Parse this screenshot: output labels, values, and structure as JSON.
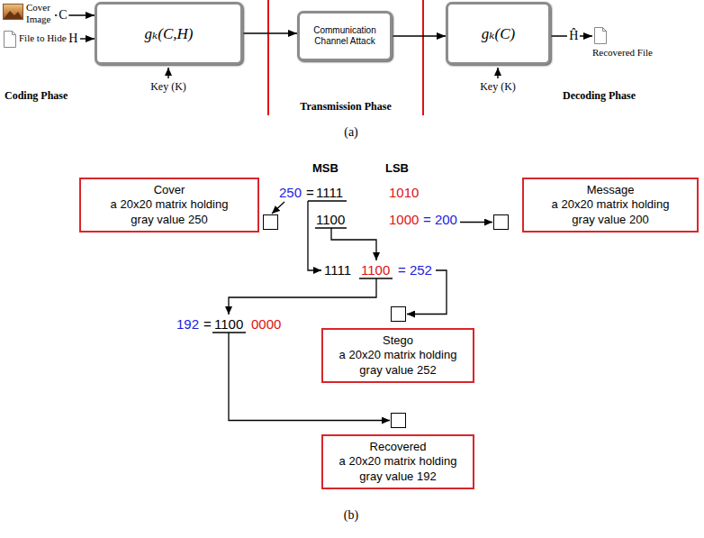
{
  "diagram": {
    "nodes": [
      {
        "text": [
          "Cover Image"
        ]
      },
      {
        "text": [
          "File to Hide"
        ]
      },
      {
        "text": [
          "gₖ(C,H)"
        ]
      },
      {
        "text": [
          "Communication Channel Attack"
        ]
      },
      {
        "text": [
          "gₖ(C)"
        ]
      },
      {
        "text": [
          "Recovered File"
        ]
      },
      {
        "text": [
          "Cover",
          "a 20x20 matrix holding gray value 250"
        ]
      },
      {
        "text": [
          "Message",
          "a 20x20 matrix holding gray value 200"
        ]
      },
      {
        "text": [
          "Stego",
          "a 20x20 matrix holding gray value 252"
        ]
      },
      {
        "text": [
          "Recovered",
          "a 20x20 matrix holding gray value 192"
        ]
      }
    ],
    "edges": [
      {
        "from": 0,
        "to": 2,
        "label": "C",
        "arrow": "to"
      },
      {
        "from": 1,
        "to": 2,
        "label": "H",
        "arrow": "to"
      },
      {
        "from": 2,
        "to": 3,
        "arrow": "to"
      },
      {
        "from": 3,
        "to": 4,
        "arrow": "to"
      },
      {
        "from": 4,
        "to": 5,
        "label": "Ĥ",
        "arrow": "to"
      }
    ],
    "labels": [
      "Key (K)",
      "Key (K)",
      "Coding Phase",
      "Transmission Phase",
      "Decoding Phase",
      "(a)",
      "MSB",
      "LSB",
      "250",
      "=",
      "1111",
      "1010",
      "1100",
      "1000",
      "= 200",
      "1111",
      "1100",
      "= 252",
      "192",
      "=",
      "1100",
      "0000",
      "(b)"
    ]
  }
}
